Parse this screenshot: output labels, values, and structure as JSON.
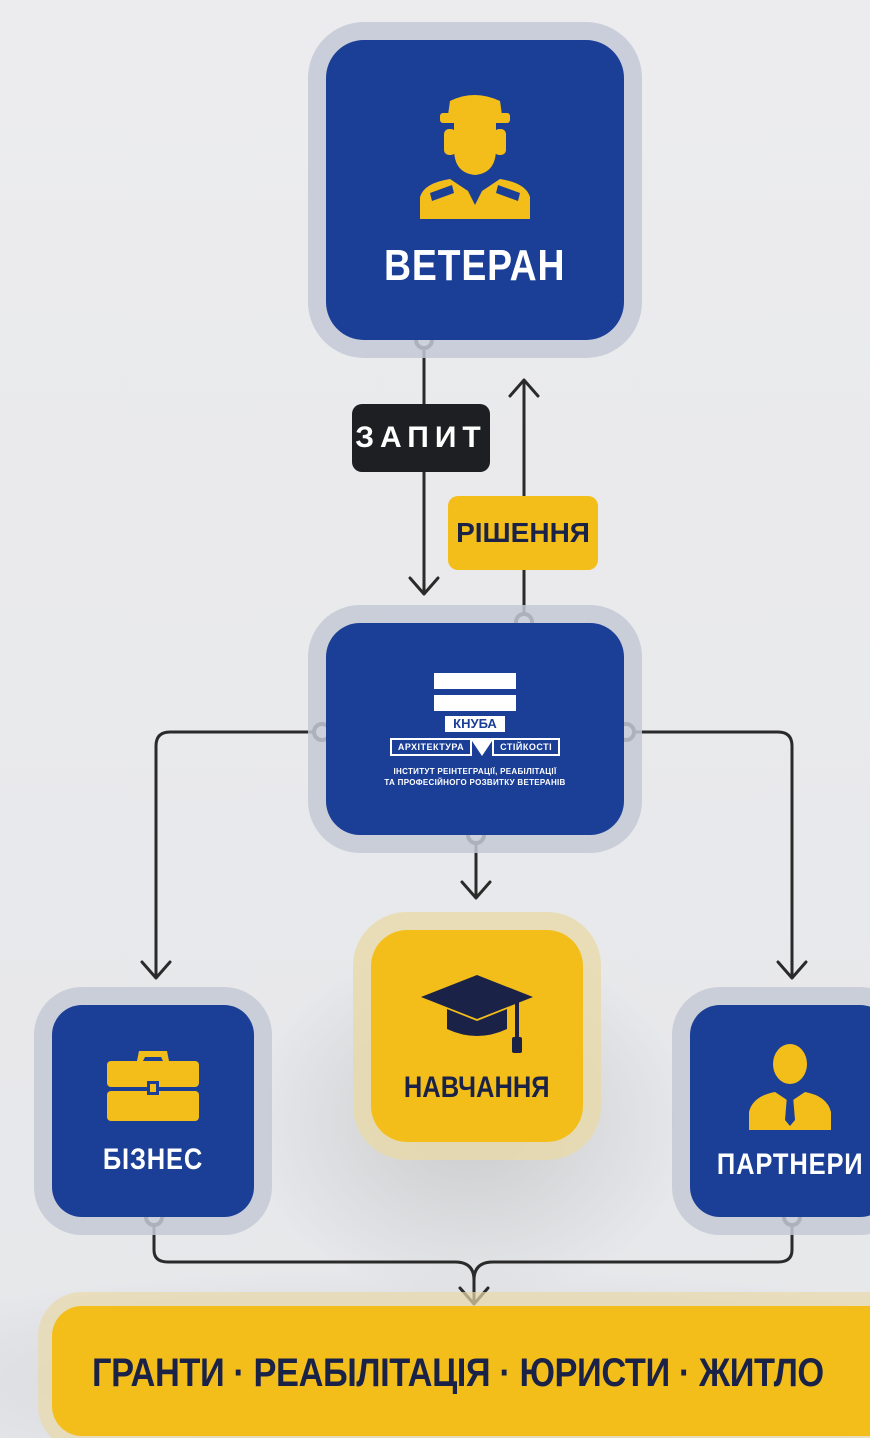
{
  "nodes": {
    "veteran": "ВЕТЕРАН",
    "business": "БІЗНЕС",
    "education": "НАВЧАННЯ",
    "partners": "ПАРТНЕРИ"
  },
  "institute": {
    "logo_text": "КНУБА",
    "tagline_left": "АРХІТЕКТУРА",
    "tagline_right": "СТІЙКОСТІ",
    "subtitle_line1": "ІНСТИТУТ РЕІНТЕГРАЦІЇ, РЕАБІЛІТАЦІЇ",
    "subtitle_line2": "ТА ПРОФЕСІЙНОГО РОЗВИТКУ ВЕТЕРАНІВ"
  },
  "edges": {
    "request": "ЗАПИТ",
    "decision": "РІШЕННЯ"
  },
  "services": "ГРАНТИ · РЕАБІЛІТАЦІЯ · ЮРИСТИ · ЖИТЛО",
  "colors": {
    "blue": "#1b3f97",
    "yellow": "#f4be1a",
    "dark": "#1e1f22",
    "connector": "#2a2a2a"
  },
  "icons": {
    "veteran": "soldier-headset-icon",
    "business": "briefcase-icon",
    "education": "graduation-cap-icon",
    "partners": "businessman-icon"
  }
}
